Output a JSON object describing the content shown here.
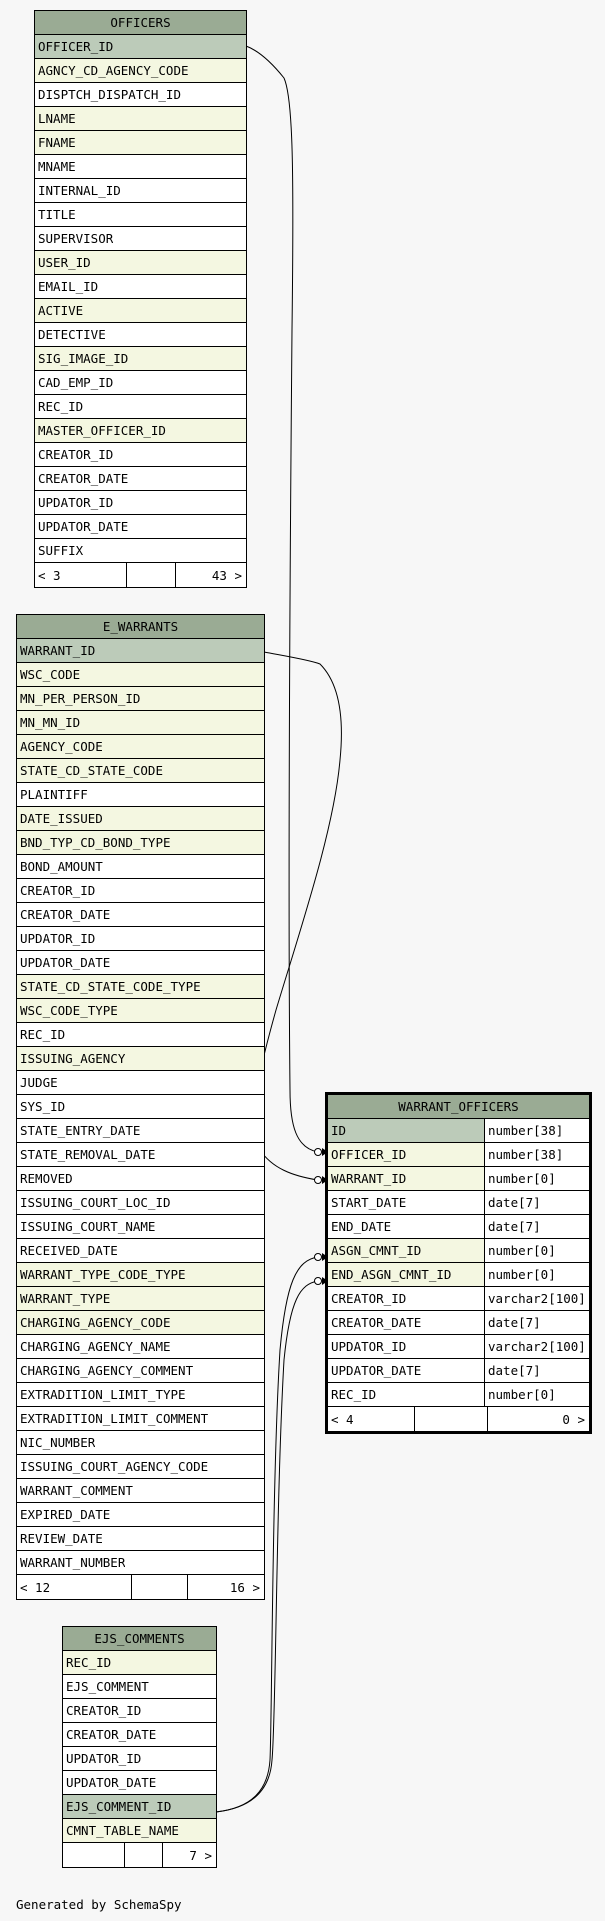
{
  "tables": {
    "officers": {
      "name": "OFFICERS",
      "columns": [
        {
          "name": "OFFICER_ID",
          "kind": "pk"
        },
        {
          "name": "AGNCY_CD_AGENCY_CODE",
          "kind": "fk"
        },
        {
          "name": "DISPTCH_DISPATCH_ID",
          "kind": "plain"
        },
        {
          "name": "LNAME",
          "kind": "fk"
        },
        {
          "name": "FNAME",
          "kind": "fk"
        },
        {
          "name": "MNAME",
          "kind": "plain"
        },
        {
          "name": "INTERNAL_ID",
          "kind": "plain"
        },
        {
          "name": "TITLE",
          "kind": "plain"
        },
        {
          "name": "SUPERVISOR",
          "kind": "plain"
        },
        {
          "name": "USER_ID",
          "kind": "fk"
        },
        {
          "name": "EMAIL_ID",
          "kind": "plain"
        },
        {
          "name": "ACTIVE",
          "kind": "fk"
        },
        {
          "name": "DETECTIVE",
          "kind": "plain"
        },
        {
          "name": "SIG_IMAGE_ID",
          "kind": "fk"
        },
        {
          "name": "CAD_EMP_ID",
          "kind": "plain"
        },
        {
          "name": "REC_ID",
          "kind": "plain"
        },
        {
          "name": "MASTER_OFFICER_ID",
          "kind": "fk"
        },
        {
          "name": "CREATOR_ID",
          "kind": "plain"
        },
        {
          "name": "CREATOR_DATE",
          "kind": "plain"
        },
        {
          "name": "UPDATOR_ID",
          "kind": "plain"
        },
        {
          "name": "UPDATOR_DATE",
          "kind": "plain"
        },
        {
          "name": "SUFFIX",
          "kind": "plain"
        }
      ],
      "footer": {
        "parents": "< 3",
        "middle": "",
        "children": "43 >"
      }
    },
    "e_warrants": {
      "name": "E_WARRANTS",
      "columns": [
        {
          "name": "WARRANT_ID",
          "kind": "pk"
        },
        {
          "name": "WSC_CODE",
          "kind": "fk"
        },
        {
          "name": "MN_PER_PERSON_ID",
          "kind": "fk"
        },
        {
          "name": "MN_MN_ID",
          "kind": "fk"
        },
        {
          "name": "AGENCY_CODE",
          "kind": "fk"
        },
        {
          "name": "STATE_CD_STATE_CODE",
          "kind": "fk"
        },
        {
          "name": "PLAINTIFF",
          "kind": "plain"
        },
        {
          "name": "DATE_ISSUED",
          "kind": "fk"
        },
        {
          "name": "BND_TYP_CD_BOND_TYPE",
          "kind": "fk"
        },
        {
          "name": "BOND_AMOUNT",
          "kind": "plain"
        },
        {
          "name": "CREATOR_ID",
          "kind": "plain"
        },
        {
          "name": "CREATOR_DATE",
          "kind": "plain"
        },
        {
          "name": "UPDATOR_ID",
          "kind": "plain"
        },
        {
          "name": "UPDATOR_DATE",
          "kind": "plain"
        },
        {
          "name": "STATE_CD_STATE_CODE_TYPE",
          "kind": "fk"
        },
        {
          "name": "WSC_CODE_TYPE",
          "kind": "fk"
        },
        {
          "name": "REC_ID",
          "kind": "plain"
        },
        {
          "name": "ISSUING_AGENCY",
          "kind": "fk"
        },
        {
          "name": "JUDGE",
          "kind": "plain"
        },
        {
          "name": "SYS_ID",
          "kind": "plain"
        },
        {
          "name": "STATE_ENTRY_DATE",
          "kind": "plain"
        },
        {
          "name": "STATE_REMOVAL_DATE",
          "kind": "plain"
        },
        {
          "name": "REMOVED",
          "kind": "plain"
        },
        {
          "name": "ISSUING_COURT_LOC_ID",
          "kind": "plain"
        },
        {
          "name": "ISSUING_COURT_NAME",
          "kind": "plain"
        },
        {
          "name": "RECEIVED_DATE",
          "kind": "plain"
        },
        {
          "name": "WARRANT_TYPE_CODE_TYPE",
          "kind": "fk"
        },
        {
          "name": "WARRANT_TYPE",
          "kind": "fk"
        },
        {
          "name": "CHARGING_AGENCY_CODE",
          "kind": "fk"
        },
        {
          "name": "CHARGING_AGENCY_NAME",
          "kind": "plain"
        },
        {
          "name": "CHARGING_AGENCY_COMMENT",
          "kind": "plain"
        },
        {
          "name": "EXTRADITION_LIMIT_TYPE",
          "kind": "plain"
        },
        {
          "name": "EXTRADITION_LIMIT_COMMENT",
          "kind": "plain"
        },
        {
          "name": "NIC_NUMBER",
          "kind": "plain"
        },
        {
          "name": "ISSUING_COURT_AGENCY_CODE",
          "kind": "plain"
        },
        {
          "name": "WARRANT_COMMENT",
          "kind": "plain"
        },
        {
          "name": "EXPIRED_DATE",
          "kind": "plain"
        },
        {
          "name": "REVIEW_DATE",
          "kind": "plain"
        },
        {
          "name": "WARRANT_NUMBER",
          "kind": "plain"
        }
      ],
      "footer": {
        "parents": "< 12",
        "middle": "",
        "children": "16 >"
      }
    },
    "warrant_officers": {
      "name": "WARRANT_OFFICERS",
      "columns": [
        {
          "name": "ID",
          "type": "number[38]",
          "kind": "pk"
        },
        {
          "name": "OFFICER_ID",
          "type": "number[38]",
          "kind": "fk"
        },
        {
          "name": "WARRANT_ID",
          "type": "number[0]",
          "kind": "fk"
        },
        {
          "name": "START_DATE",
          "type": "date[7]",
          "kind": "plain"
        },
        {
          "name": "END_DATE",
          "type": "date[7]",
          "kind": "plain"
        },
        {
          "name": "ASGN_CMNT_ID",
          "type": "number[0]",
          "kind": "fk"
        },
        {
          "name": "END_ASGN_CMNT_ID",
          "type": "number[0]",
          "kind": "fk"
        },
        {
          "name": "CREATOR_ID",
          "type": "varchar2[100]",
          "kind": "plain"
        },
        {
          "name": "CREATOR_DATE",
          "type": "date[7]",
          "kind": "plain"
        },
        {
          "name": "UPDATOR_ID",
          "type": "varchar2[100]",
          "kind": "plain"
        },
        {
          "name": "UPDATOR_DATE",
          "type": "date[7]",
          "kind": "plain"
        },
        {
          "name": "REC_ID",
          "type": "number[0]",
          "kind": "plain"
        }
      ],
      "footer": {
        "parents": "< 4",
        "middle": "",
        "children": "0 >"
      }
    },
    "ejs_comments": {
      "name": "EJS_COMMENTS",
      "columns": [
        {
          "name": "REC_ID",
          "kind": "fk"
        },
        {
          "name": "EJS_COMMENT",
          "kind": "plain"
        },
        {
          "name": "CREATOR_ID",
          "kind": "plain"
        },
        {
          "name": "CREATOR_DATE",
          "kind": "plain"
        },
        {
          "name": "UPDATOR_ID",
          "kind": "plain"
        },
        {
          "name": "UPDATOR_DATE",
          "kind": "plain"
        },
        {
          "name": "EJS_COMMENT_ID",
          "kind": "pk"
        },
        {
          "name": "CMNT_TABLE_NAME",
          "kind": "fk"
        }
      ],
      "footer": {
        "parents": "",
        "middle": "",
        "children": "7 >"
      }
    }
  },
  "relationships": [
    {
      "from": "officers.OFFICER_ID",
      "to": "warrant_officers.OFFICER_ID"
    },
    {
      "from": "e_warrants.WARRANT_ID",
      "to": "warrant_officers.WARRANT_ID"
    },
    {
      "from": "ejs_comments.EJS_COMMENT_ID",
      "to": "warrant_officers.ASGN_CMNT_ID"
    },
    {
      "from": "ejs_comments.EJS_COMMENT_ID",
      "to": "warrant_officers.END_ASGN_CMNT_ID"
    }
  ],
  "footer_text": "Generated by SchemaSpy",
  "colors": {
    "header": "#9aab94",
    "primary_key": "#bccbb9",
    "foreign_key": "#f4f7e1",
    "background": "#f7f7f7"
  }
}
